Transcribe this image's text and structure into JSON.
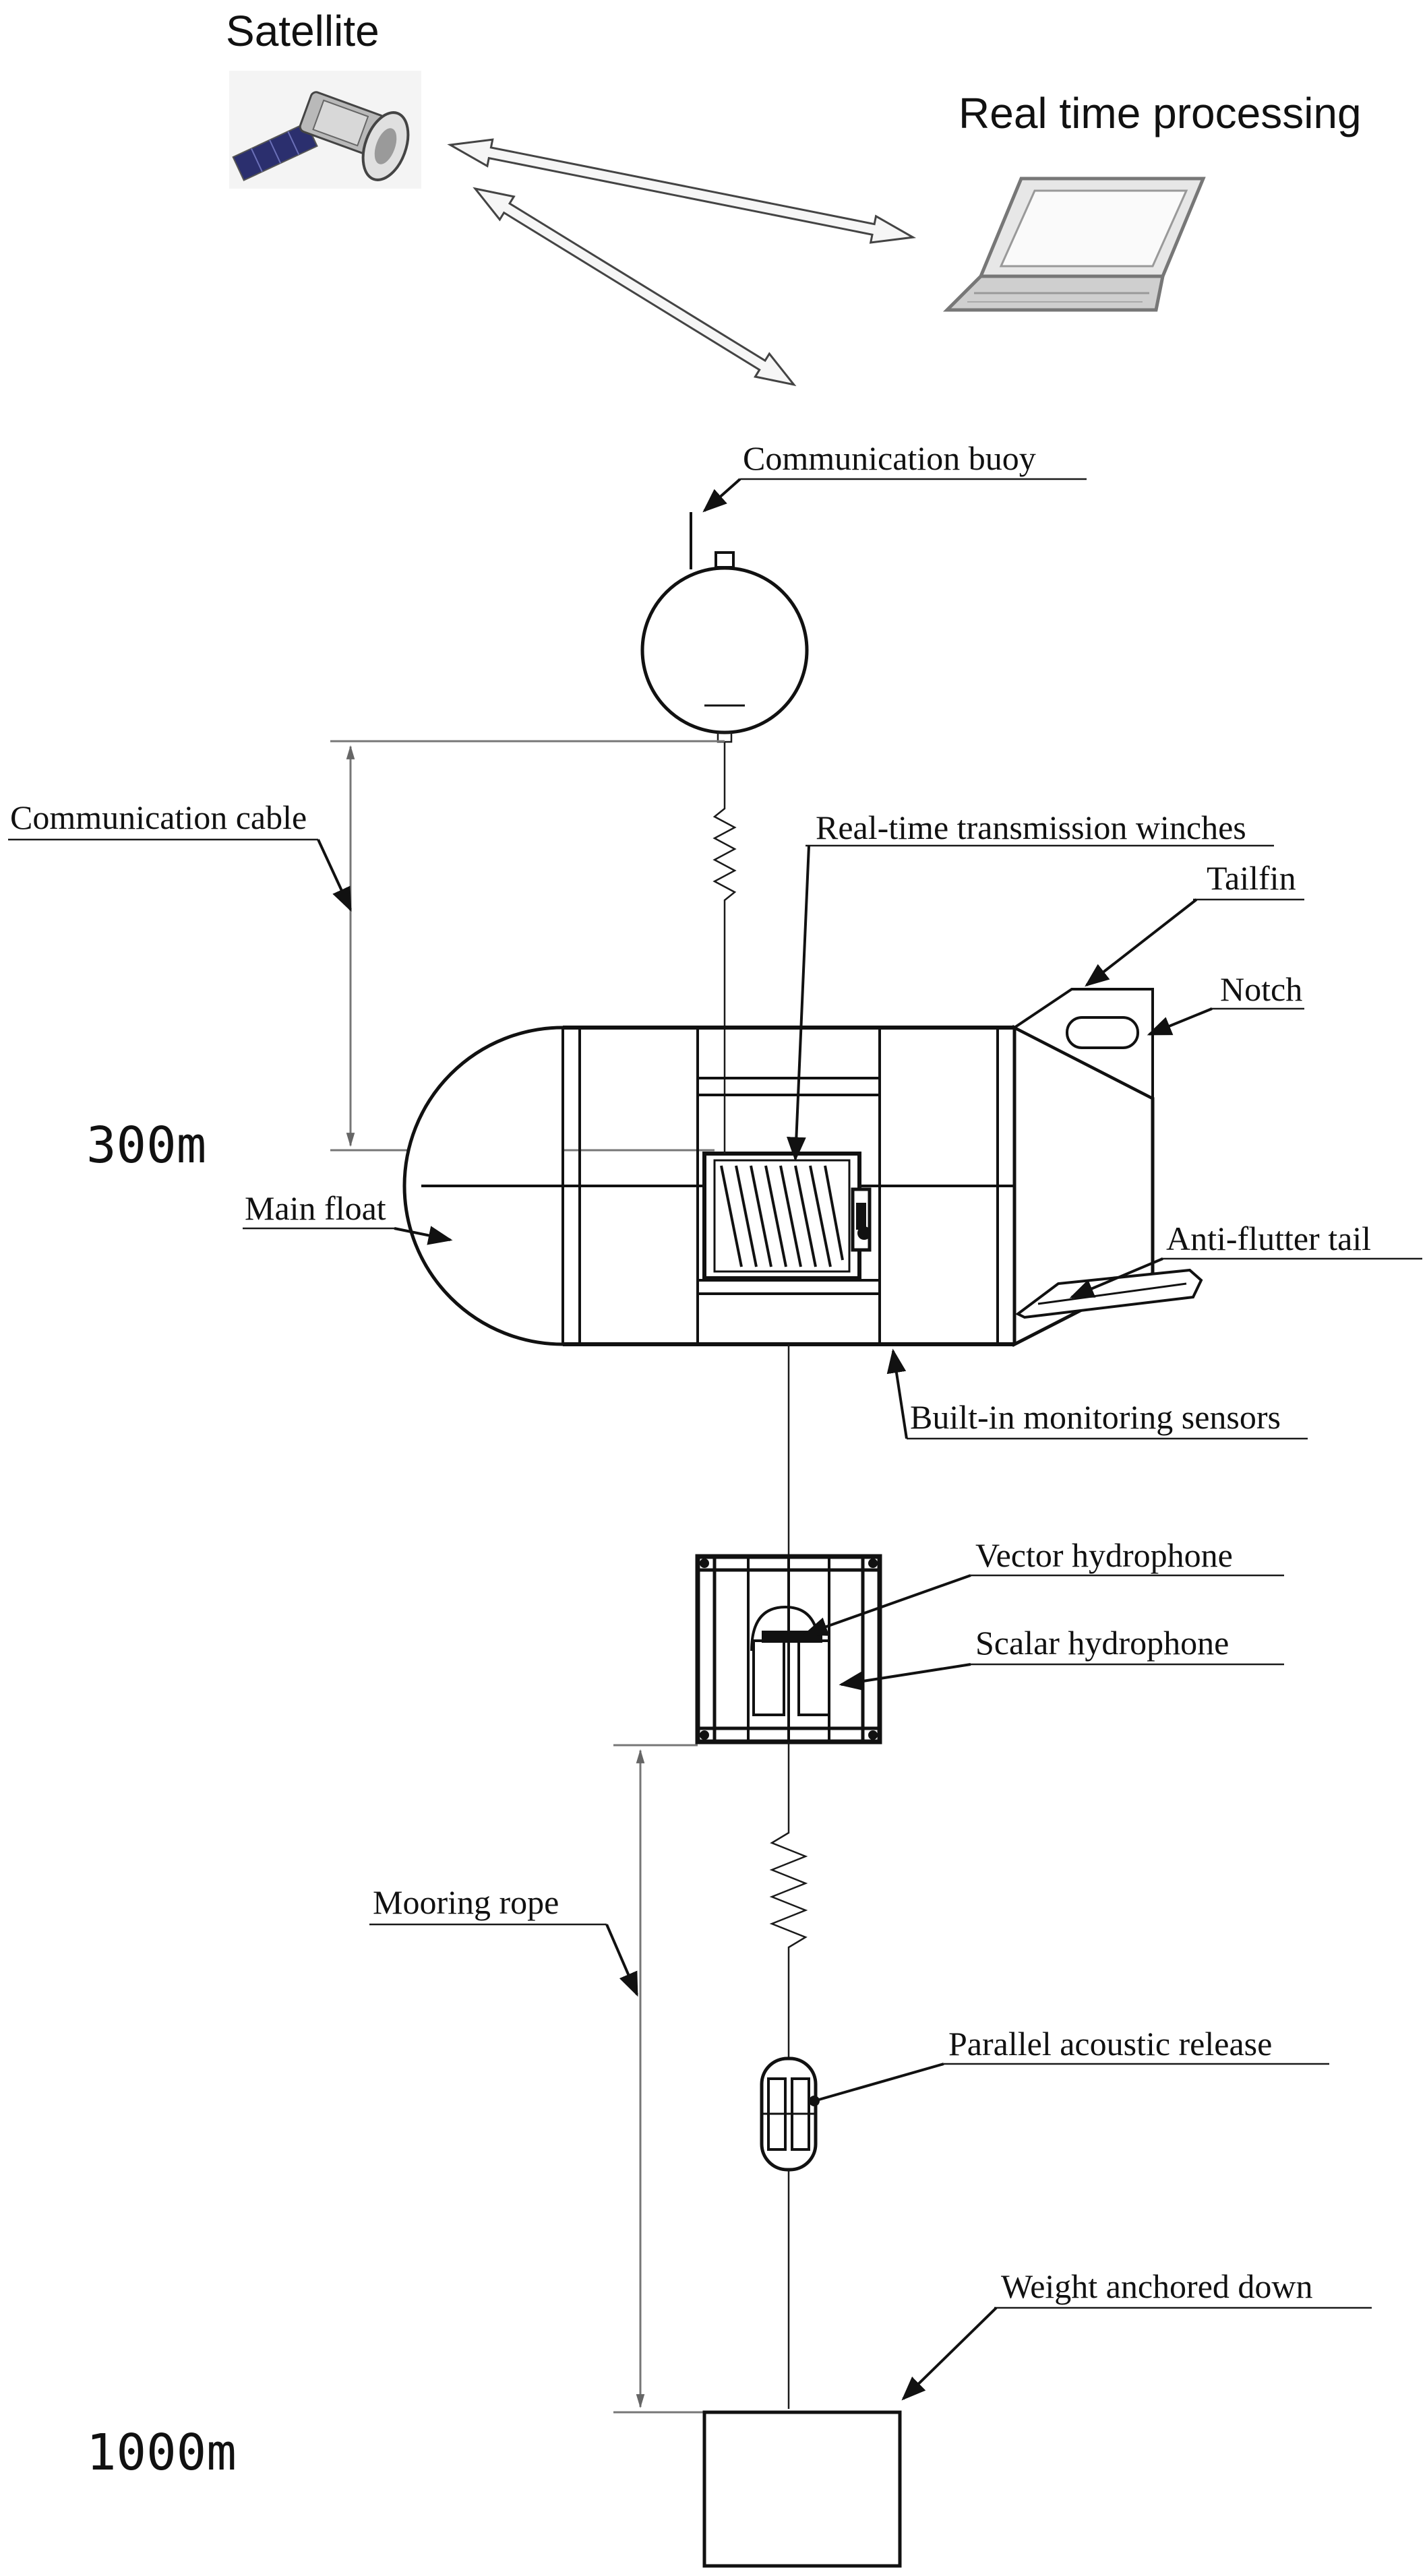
{
  "labels": {
    "satellite": "Satellite",
    "realtime_processing": "Real time processing",
    "communication_buoy": "Communication buoy",
    "communication_cable": "Communication cable",
    "realtime_winches": "Real-time transmission winches",
    "tailfin": "Tailfin",
    "notch": "Notch",
    "main_float": "Main float",
    "anti_flutter_tail": "Anti-flutter tail",
    "builtin_sensors": "Built-in monitoring sensors",
    "vector_hydrophone": "Vector hydrophone",
    "scalar_hydrophone": "Scalar hydrophone",
    "mooring_rope": "Mooring rope",
    "parallel_release": "Parallel acoustic release",
    "weight_anchor": "Weight anchored down"
  },
  "depths": {
    "upper": "300m",
    "lower": "1000m"
  },
  "colors": {
    "line": "#111111",
    "dimension": "#777777",
    "satellite_panel": "#2b2f6e",
    "laptop_body": "#cfcfcf"
  },
  "icons": [
    "satellite-icon",
    "laptop-icon",
    "double-arrow-icon"
  ]
}
